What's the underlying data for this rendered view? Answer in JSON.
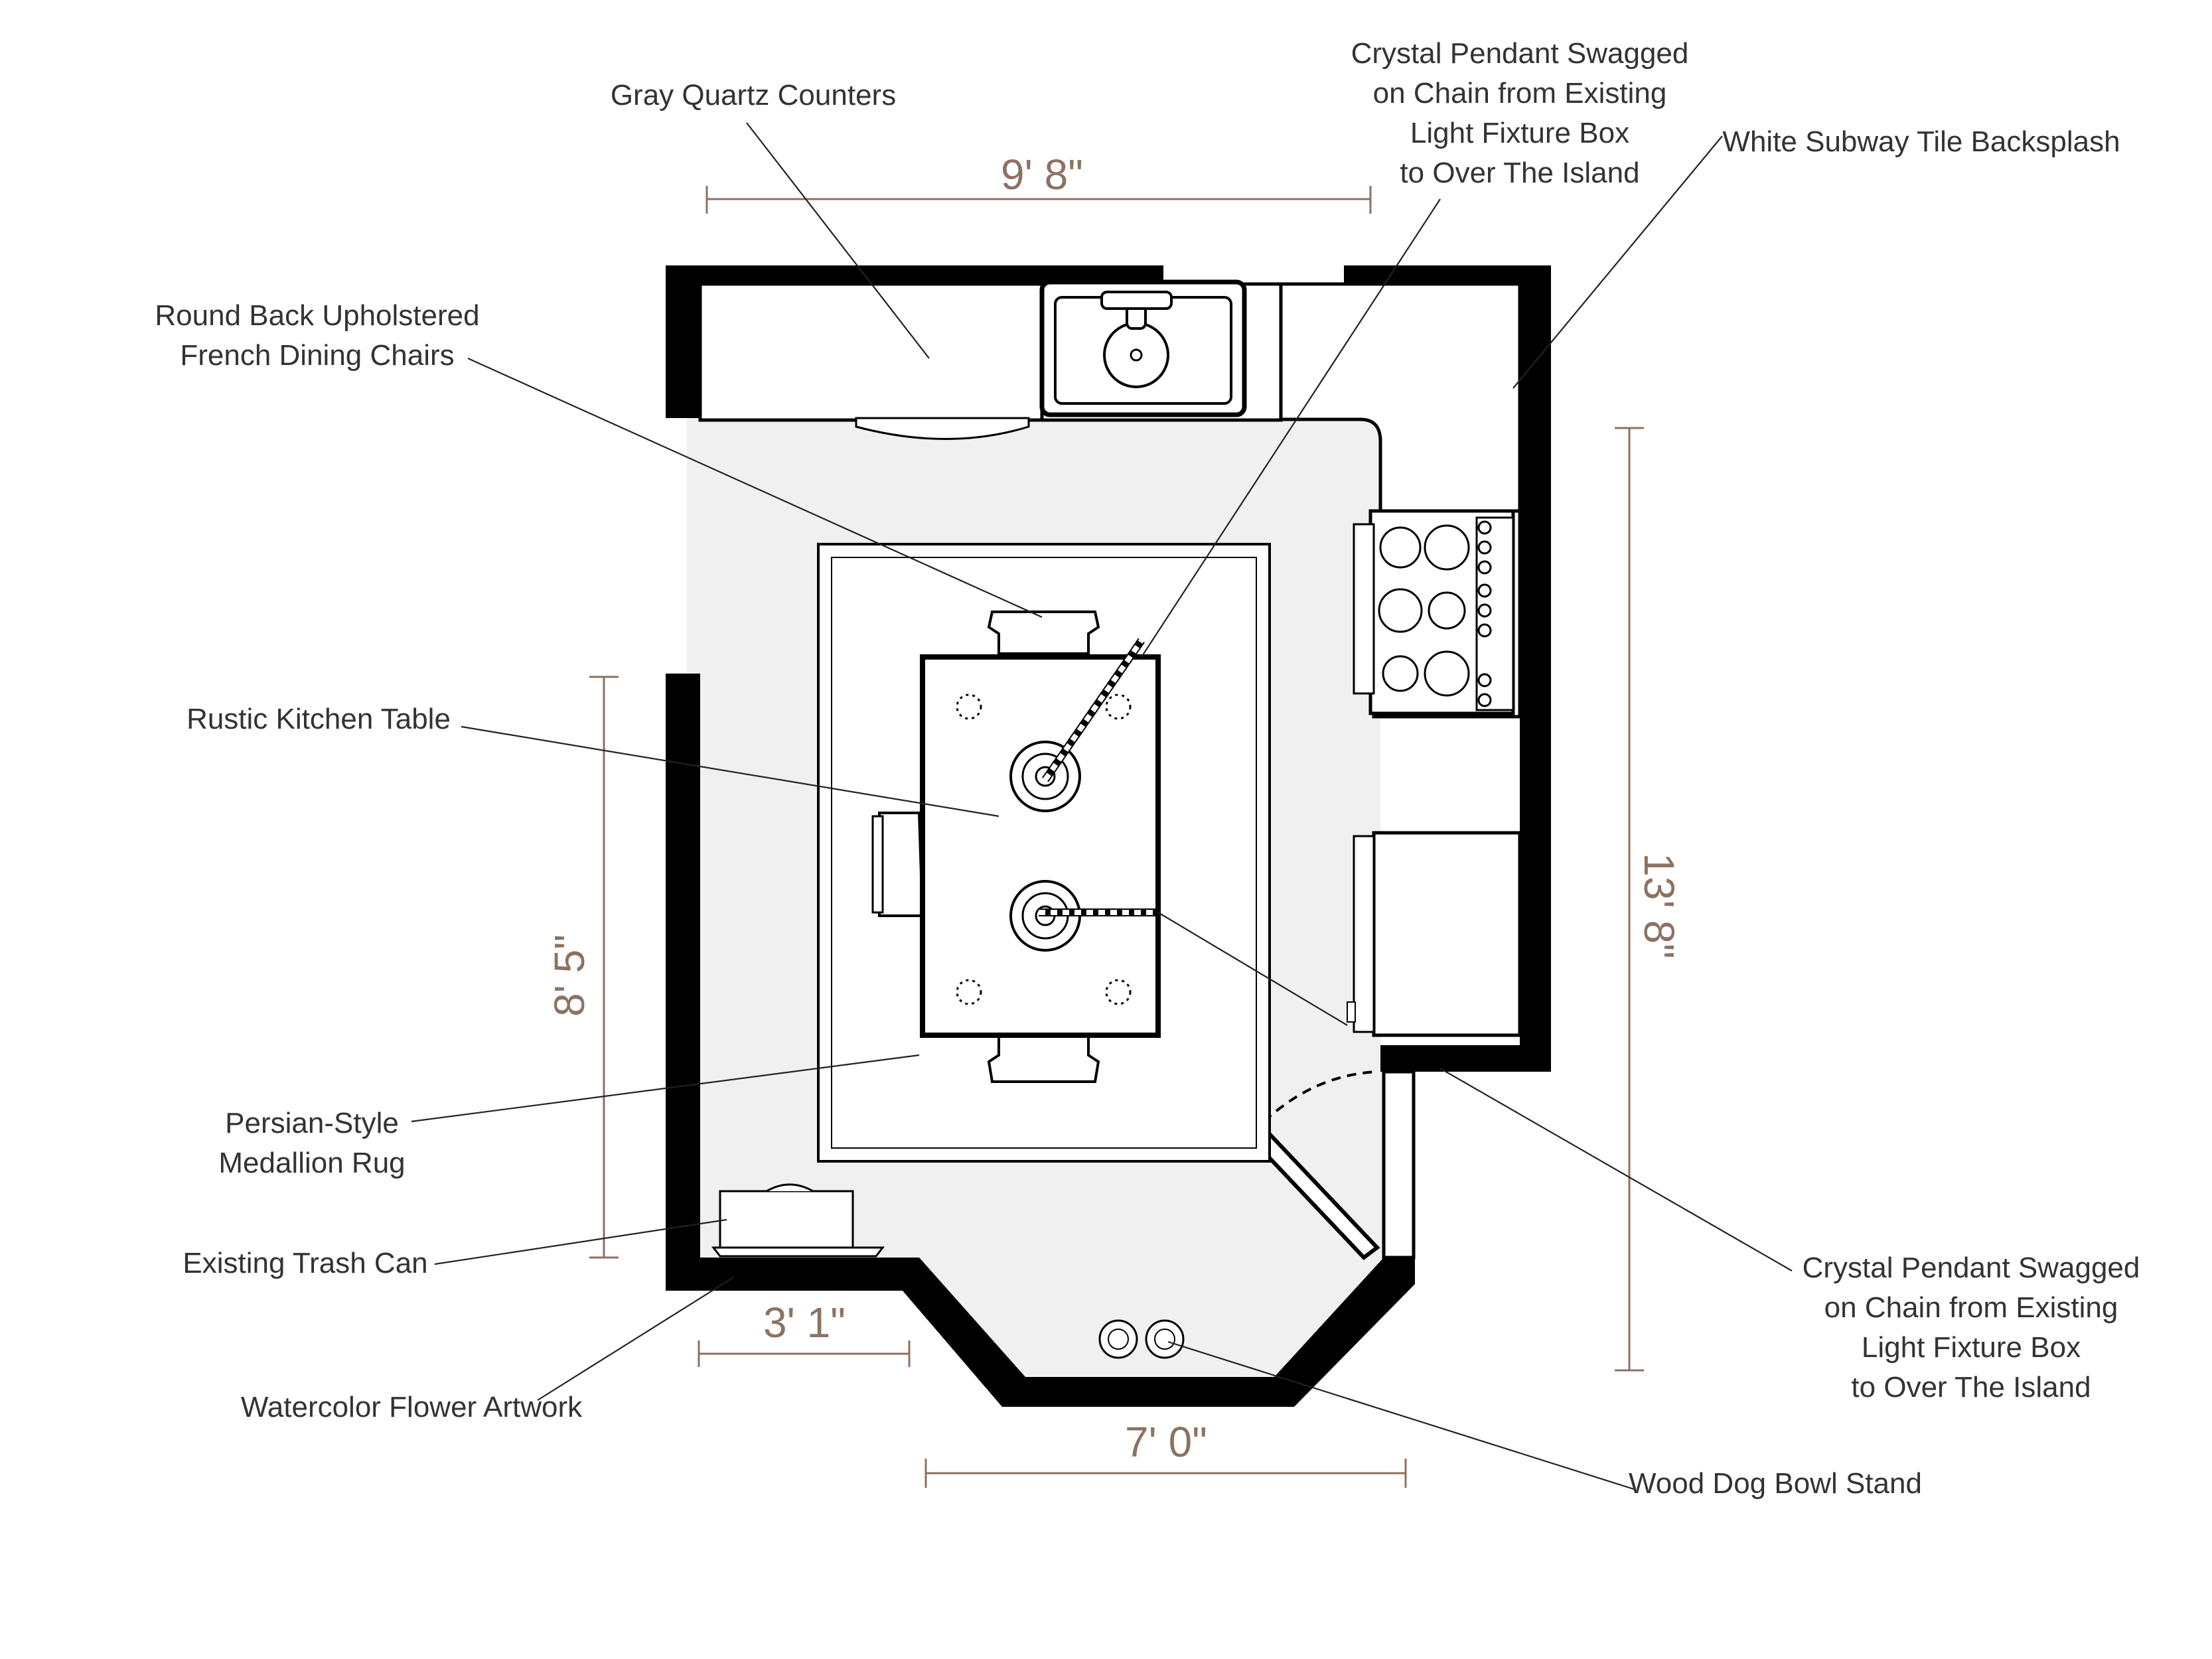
{
  "labels": {
    "gray_quartz": "Gray Quartz Counters",
    "chairs_1": "Round Back Upholstered",
    "chairs_2": "French Dining Chairs",
    "table": "Rustic Kitchen Table",
    "rug_1": "Persian-Style",
    "rug_2": "Medallion Rug",
    "trash": "Existing Trash Can",
    "artwork": "Watercolor Flower Artwork",
    "pendant_top_1": "Crystal Pendant Swagged",
    "pendant_top_2": "on Chain from Existing",
    "pendant_top_3": "Light Fixture Box",
    "pendant_top_4": "to Over The Island",
    "backsplash": "White Subway Tile Backsplash",
    "pendant_bottom_1": "Crystal Pendant Swagged",
    "pendant_bottom_2": "on Chain from Existing",
    "pendant_bottom_3": "Light Fixture Box",
    "pendant_bottom_4": "to Over The Island",
    "dog_bowl": "Wood Dog Bowl Stand"
  },
  "dimensions": {
    "top_width": "9' 8\"",
    "left_height": "8' 5\"",
    "right_height": "13' 8\"",
    "bottom_left": "3' 1\"",
    "bottom_width": "7' 0\""
  },
  "colors": {
    "wall": "#000000",
    "floor": "#f0f0f0",
    "dimension": "#8b7262",
    "text": "#333333"
  }
}
